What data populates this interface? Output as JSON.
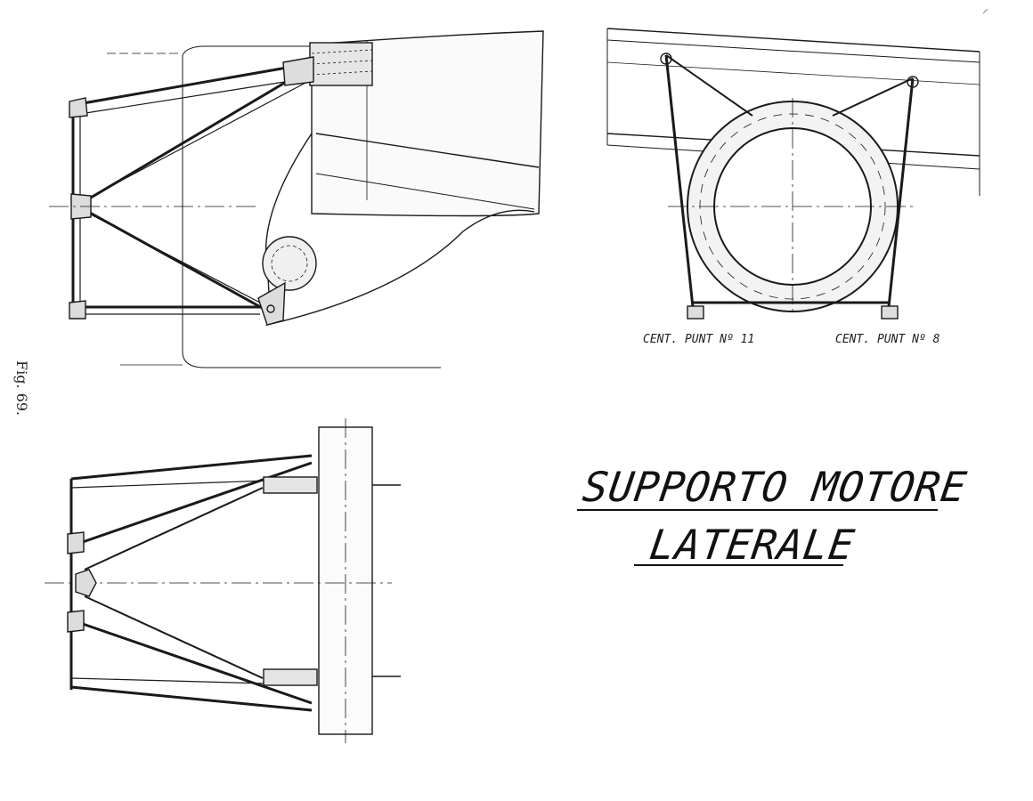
{
  "figure_label": "Fig. 69.",
  "title": {
    "line1": "SUPPORTO MOTORE",
    "line2": "LATERALE"
  },
  "front_view_captions": {
    "left": "CENT. PUNT Nº 11",
    "right": "CENT. PUNT Nº 8"
  },
  "colors": {
    "ink": "#1a1a1a",
    "paper": "#ffffff",
    "fill": "#f3f3f3"
  }
}
